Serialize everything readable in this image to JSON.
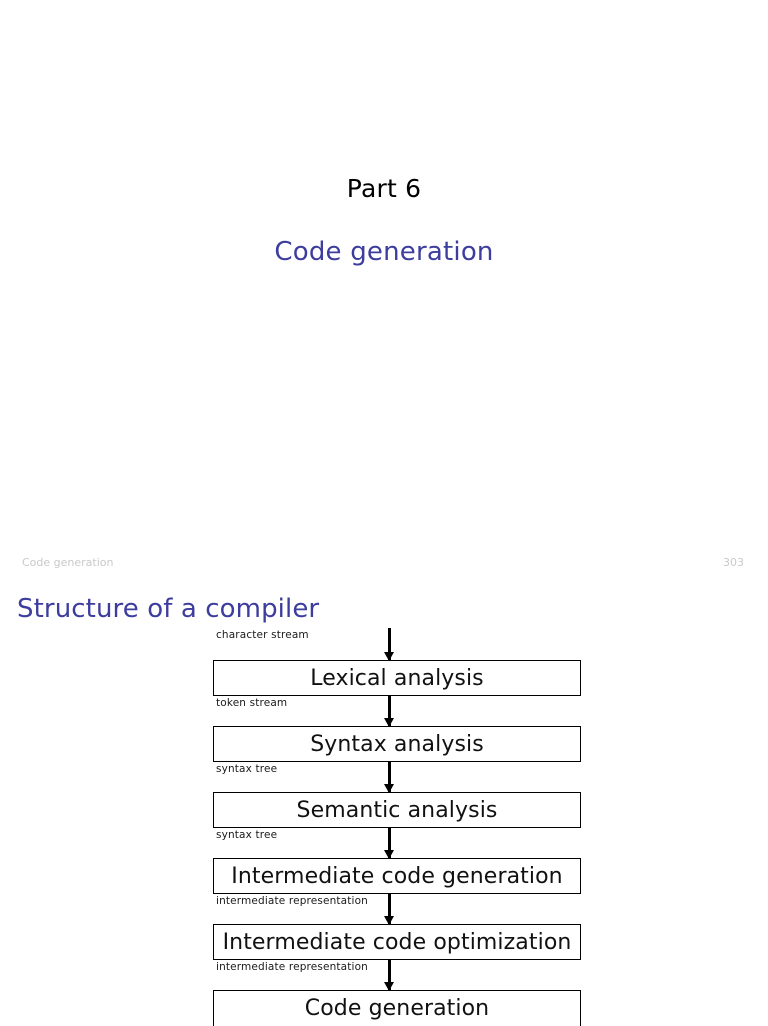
{
  "title_slide": {
    "part_label": "Part 6",
    "subtitle": "Code generation"
  },
  "footer": {
    "section": "Code generation",
    "page_number": "303"
  },
  "structure_slide": {
    "heading": "Structure of a compiler",
    "diagram": {
      "stages": [
        {
          "input_label": "character stream",
          "box": "Lexical analysis"
        },
        {
          "input_label": "token stream",
          "box": "Syntax analysis"
        },
        {
          "input_label": "syntax tree",
          "box": "Semantic analysis"
        },
        {
          "input_label": "syntax tree",
          "box": "Intermediate code generation"
        },
        {
          "input_label": "intermediate representation",
          "box": "Intermediate code optimization"
        },
        {
          "input_label": "intermediate representation",
          "box": "Code generation"
        }
      ]
    }
  },
  "colors": {
    "accent_blue": "#3d3d9e",
    "footer_gray": "#c9c9c9",
    "box_border": "#000000",
    "text_black": "#000000"
  }
}
